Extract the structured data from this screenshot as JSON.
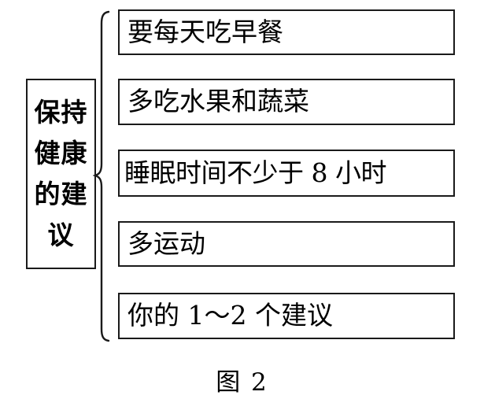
{
  "figure": {
    "root": {
      "label": "保持健康的建议"
    },
    "connector": "curly-brace",
    "branches": [
      {
        "label": "要每天吃早餐"
      },
      {
        "label": "多吃水果和蔬菜"
      },
      {
        "label": "睡眠时间不少于 8 小时"
      },
      {
        "label": "多运动"
      },
      {
        "label": "你的 1～2 个建议"
      }
    ],
    "caption": "图 2",
    "colors": {
      "stroke": "#1a1a1a",
      "text": "#000000",
      "background": "#ffffff"
    }
  }
}
